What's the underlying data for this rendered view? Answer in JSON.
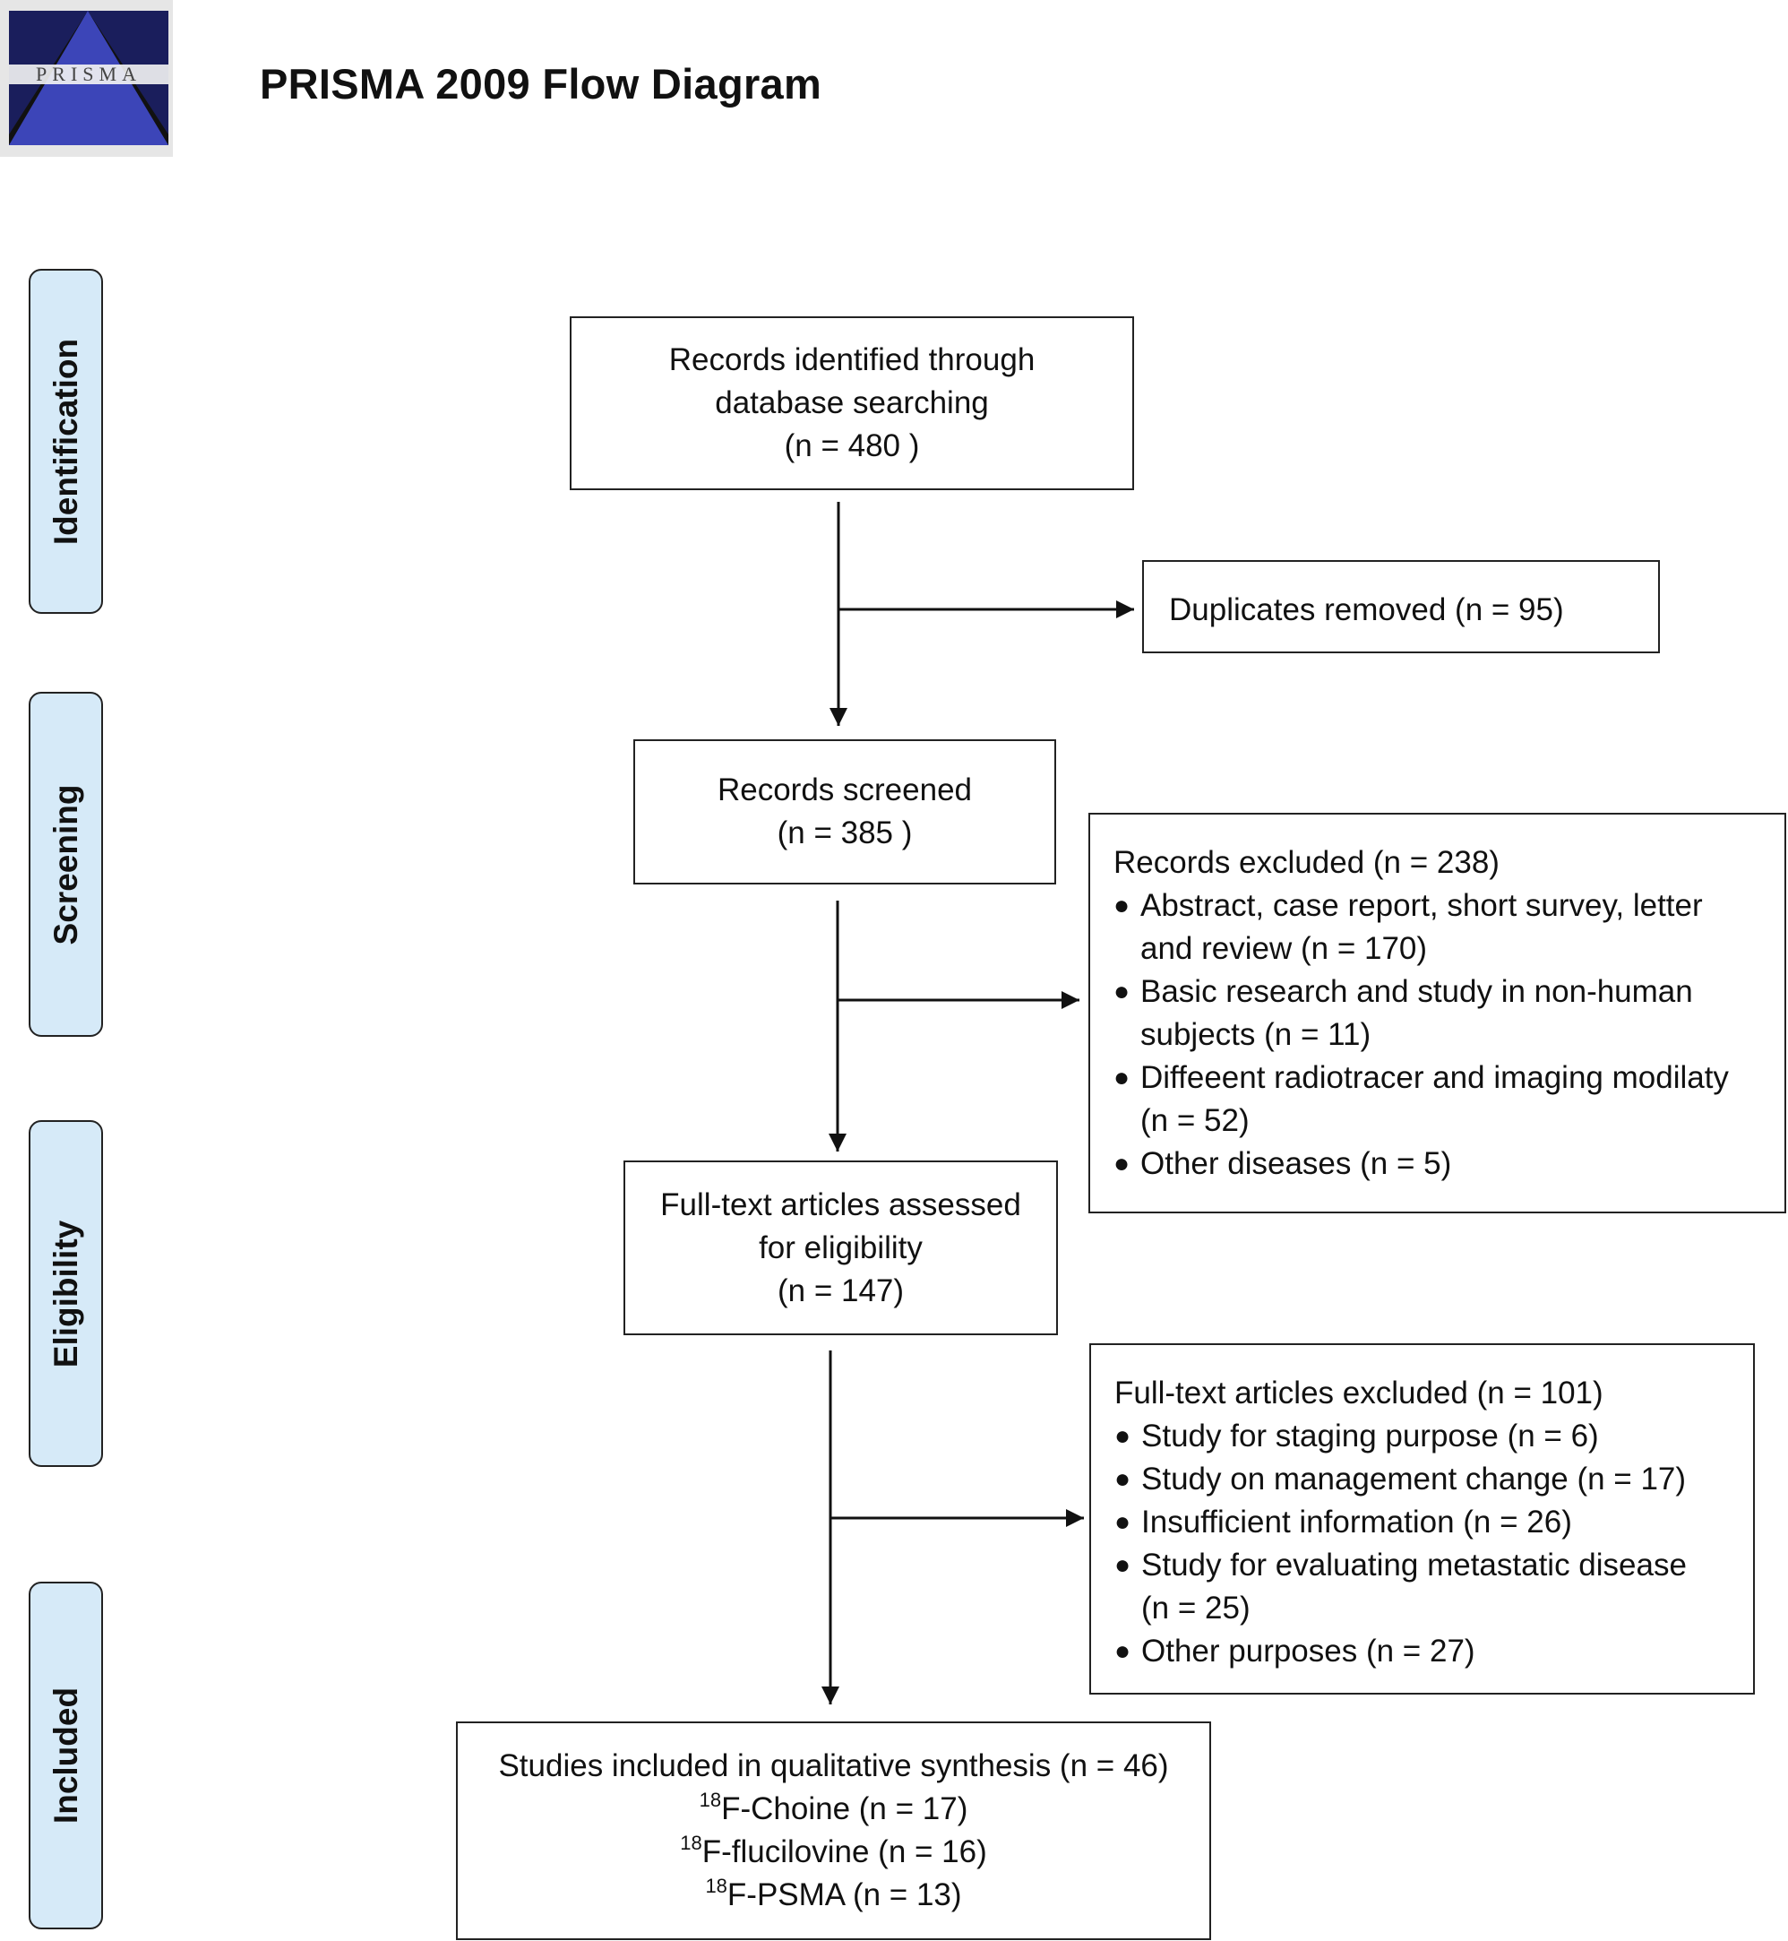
{
  "logo": {
    "text": "PRISMA"
  },
  "title": "PRISMA 2009 Flow Diagram",
  "stages": [
    "Identification",
    "Screening",
    "Eligibility",
    "Included"
  ],
  "identified": {
    "lines": [
      "Records identified through",
      "database searching",
      "(n = 480 )"
    ]
  },
  "duplicates": {
    "text": "Duplicates removed (n = 95)"
  },
  "screened": {
    "lines": [
      "Records screened",
      "(n = 385 )"
    ]
  },
  "excluded": {
    "heading": "Records excluded (n = 238)",
    "items": [
      {
        "first": "Abstract, case report, short survey, letter",
        "cont": "and review (n = 170)"
      },
      {
        "first": "Basic research and study in non-human",
        "cont": "subjects (n = 11)"
      },
      {
        "first": "Diffeeent radiotracer and imaging modilaty",
        "cont": "(n = 52)"
      },
      {
        "first": "Other diseases (n = 5)",
        "cont": ""
      }
    ]
  },
  "fulltext": {
    "lines": [
      "Full-text articles assessed",
      "for eligibility",
      "(n = 147)"
    ]
  },
  "fulltext_excluded": {
    "heading": "Full-text articles excluded (n = 101)",
    "items": [
      {
        "first": "Study for staging purpose (n = 6)",
        "cont": ""
      },
      {
        "first": "Study on management change (n = 17)",
        "cont": ""
      },
      {
        "first": "Insufficient information (n = 26)",
        "cont": ""
      },
      {
        "first": "Study for evaluating metastatic disease",
        "cont": "(n = 25)"
      },
      {
        "first": "Other purposes (n = 27)",
        "cont": ""
      }
    ]
  },
  "included": {
    "line1": "Studies included in qualitative synthesis (n = 46)",
    "sup": "18",
    "tracers": [
      "F-Choine (n = 17)",
      "F-flucilovine (n = 16)",
      "F-PSMA (n = 13)"
    ]
  }
}
